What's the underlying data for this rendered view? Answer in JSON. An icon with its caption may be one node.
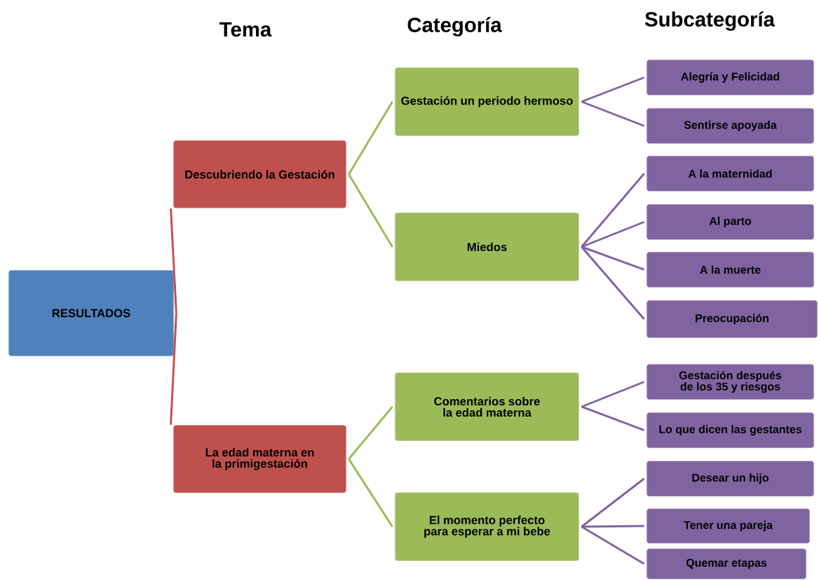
{
  "diagram": {
    "nodes": [
      {
        "text": [
          "RESULTADOS"
        ]
      },
      {
        "text": [
          "Descubriendo la Gestación"
        ]
      },
      {
        "text": [
          "La edad materna en la primigestación"
        ]
      },
      {
        "text": [
          "Gestación un periodo hermoso"
        ]
      },
      {
        "text": [
          "Miedos"
        ]
      },
      {
        "text": [
          "Comentarios sobre la edad materna"
        ]
      },
      {
        "text": [
          "El momento perfecto para esperar a mi bebe"
        ]
      },
      {
        "text": [
          "Alegría y Felicidad"
        ]
      },
      {
        "text": [
          "Sentirse apoyada"
        ]
      },
      {
        "text": [
          "A la maternidad"
        ]
      },
      {
        "text": [
          "Al parto"
        ]
      },
      {
        "text": [
          "A la muerte"
        ]
      },
      {
        "text": [
          "Preocupación"
        ]
      },
      {
        "text": [
          "Gestación después de los 35 y riesgos"
        ]
      },
      {
        "text": [
          "Lo que dicen las gestantes"
        ]
      },
      {
        "text": [
          "Desear un hijo"
        ]
      },
      {
        "text": [
          "Tener una pareja"
        ]
      },
      {
        "text": [
          "Quemar etapas"
        ]
      }
    ],
    "edges": [
      {
        "from": 0,
        "to": 1,
        "arrow": "none",
        "color": "#c0504d"
      },
      {
        "from": 0,
        "to": 2,
        "arrow": "none",
        "color": "#c0504d"
      },
      {
        "from": 1,
        "to": 3,
        "arrow": "none",
        "color": "#9bbb59"
      },
      {
        "from": 1,
        "to": 4,
        "arrow": "none",
        "color": "#9bbb59"
      },
      {
        "from": 2,
        "to": 5,
        "arrow": "none",
        "color": "#9bbb59"
      },
      {
        "from": 2,
        "to": 6,
        "arrow": "none",
        "color": "#9bbb59"
      },
      {
        "from": 3,
        "to": 7,
        "arrow": "none"
      },
      {
        "from": 3,
        "to": 8,
        "arrow": "none"
      },
      {
        "from": 4,
        "to": 9,
        "arrow": "none"
      },
      {
        "from": 4,
        "to": 10,
        "arrow": "none"
      },
      {
        "from": 4,
        "to": 11,
        "arrow": "none"
      },
      {
        "from": 4,
        "to": 12,
        "arrow": "none"
      },
      {
        "from": 5,
        "to": 13,
        "arrow": "none"
      },
      {
        "from": 5,
        "to": 14,
        "arrow": "none"
      },
      {
        "from": 6,
        "to": 15,
        "arrow": "none"
      },
      {
        "from": 6,
        "to": 16,
        "arrow": "none"
      },
      {
        "from": 6,
        "to": 17,
        "arrow": "none"
      }
    ],
    "labels": [
      "Tema",
      "Categoría",
      "Subcategoría"
    ]
  }
}
